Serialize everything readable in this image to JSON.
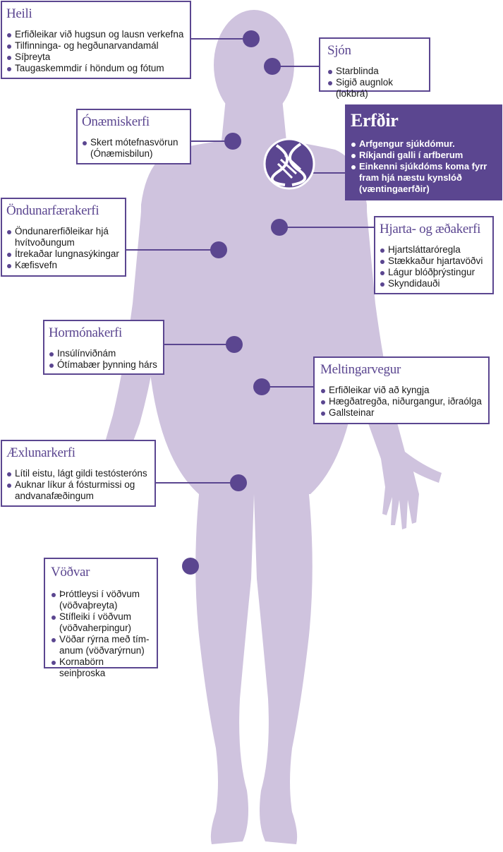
{
  "colors": {
    "body": "#cfc3de",
    "accent": "#5b4690",
    "text": "#1a1a1a"
  },
  "boxes": {
    "heili": {
      "title": "Heili",
      "items": [
        "Erfiðleikar við hugsun og lausn verkefna",
        "Tilfinninga- og hegðunarvandamál",
        "Síþreyta",
        "Taugaskemmdir í höndum og fótum"
      ]
    },
    "sjon": {
      "title": "Sjón",
      "items": [
        "Starblinda",
        "Sigið augnlok (lokbrá)"
      ]
    },
    "onaemiskerfi": {
      "title": "Ónæmiskerfi",
      "items": [
        "Skert mótefnasvörun (Ónæmisbilun)"
      ]
    },
    "erfdir": {
      "title": "Erfðir",
      "items": [
        "Arfgengur sjúkdómur.",
        "Ríkjandi galli í arfberum",
        "Einkenni sjúkdóms koma fyrr fram hjá næstu kynslóð (væntingaerfðir)"
      ],
      "icon": "dna-icon"
    },
    "ondunarfaerakerfi": {
      "title": "Öndunarfærakerfi",
      "items": [
        "Öndunarerfiðleikar hjá hvítvoðungum",
        "Ítrekaðar lungnasýkingar",
        "Kæfisvefn"
      ]
    },
    "hjarta": {
      "title": "Hjarta- og æðakerfi",
      "items": [
        "Hjartsláttaróregla",
        "Stækkaður hjartavöðvi",
        "Lágur blóðþrýstingur",
        "Skyndidauði"
      ]
    },
    "hormonakerfi": {
      "title": "Hormónakerfi",
      "items": [
        "Insúlínviðnám",
        "Ótímabær þynning hárs"
      ]
    },
    "meltingarvegur": {
      "title": "Meltingarvegur",
      "items": [
        "Erfiðleikar við að kyngja",
        "Hægðatregða, niðurgangur, iðraólga",
        "Gallsteinar"
      ]
    },
    "aexlunarkerfi": {
      "title": "Æxlunarkerfi",
      "items": [
        "Lítil eistu, lágt gildi testósteróns",
        "Auknar líkur á fósturmissi og andvanafæðingum"
      ]
    },
    "vodvar": {
      "title": "Vöðvar",
      "items": [
        "Þróttleysi í vöðvum (vöðvaþreyta)",
        "Stífleiki í vöðvum (vöðvaherpingur)",
        "Vöðar rýrna með tím­anum (vöðvarýrnun)",
        "Kornabörn seinþroska"
      ]
    }
  }
}
